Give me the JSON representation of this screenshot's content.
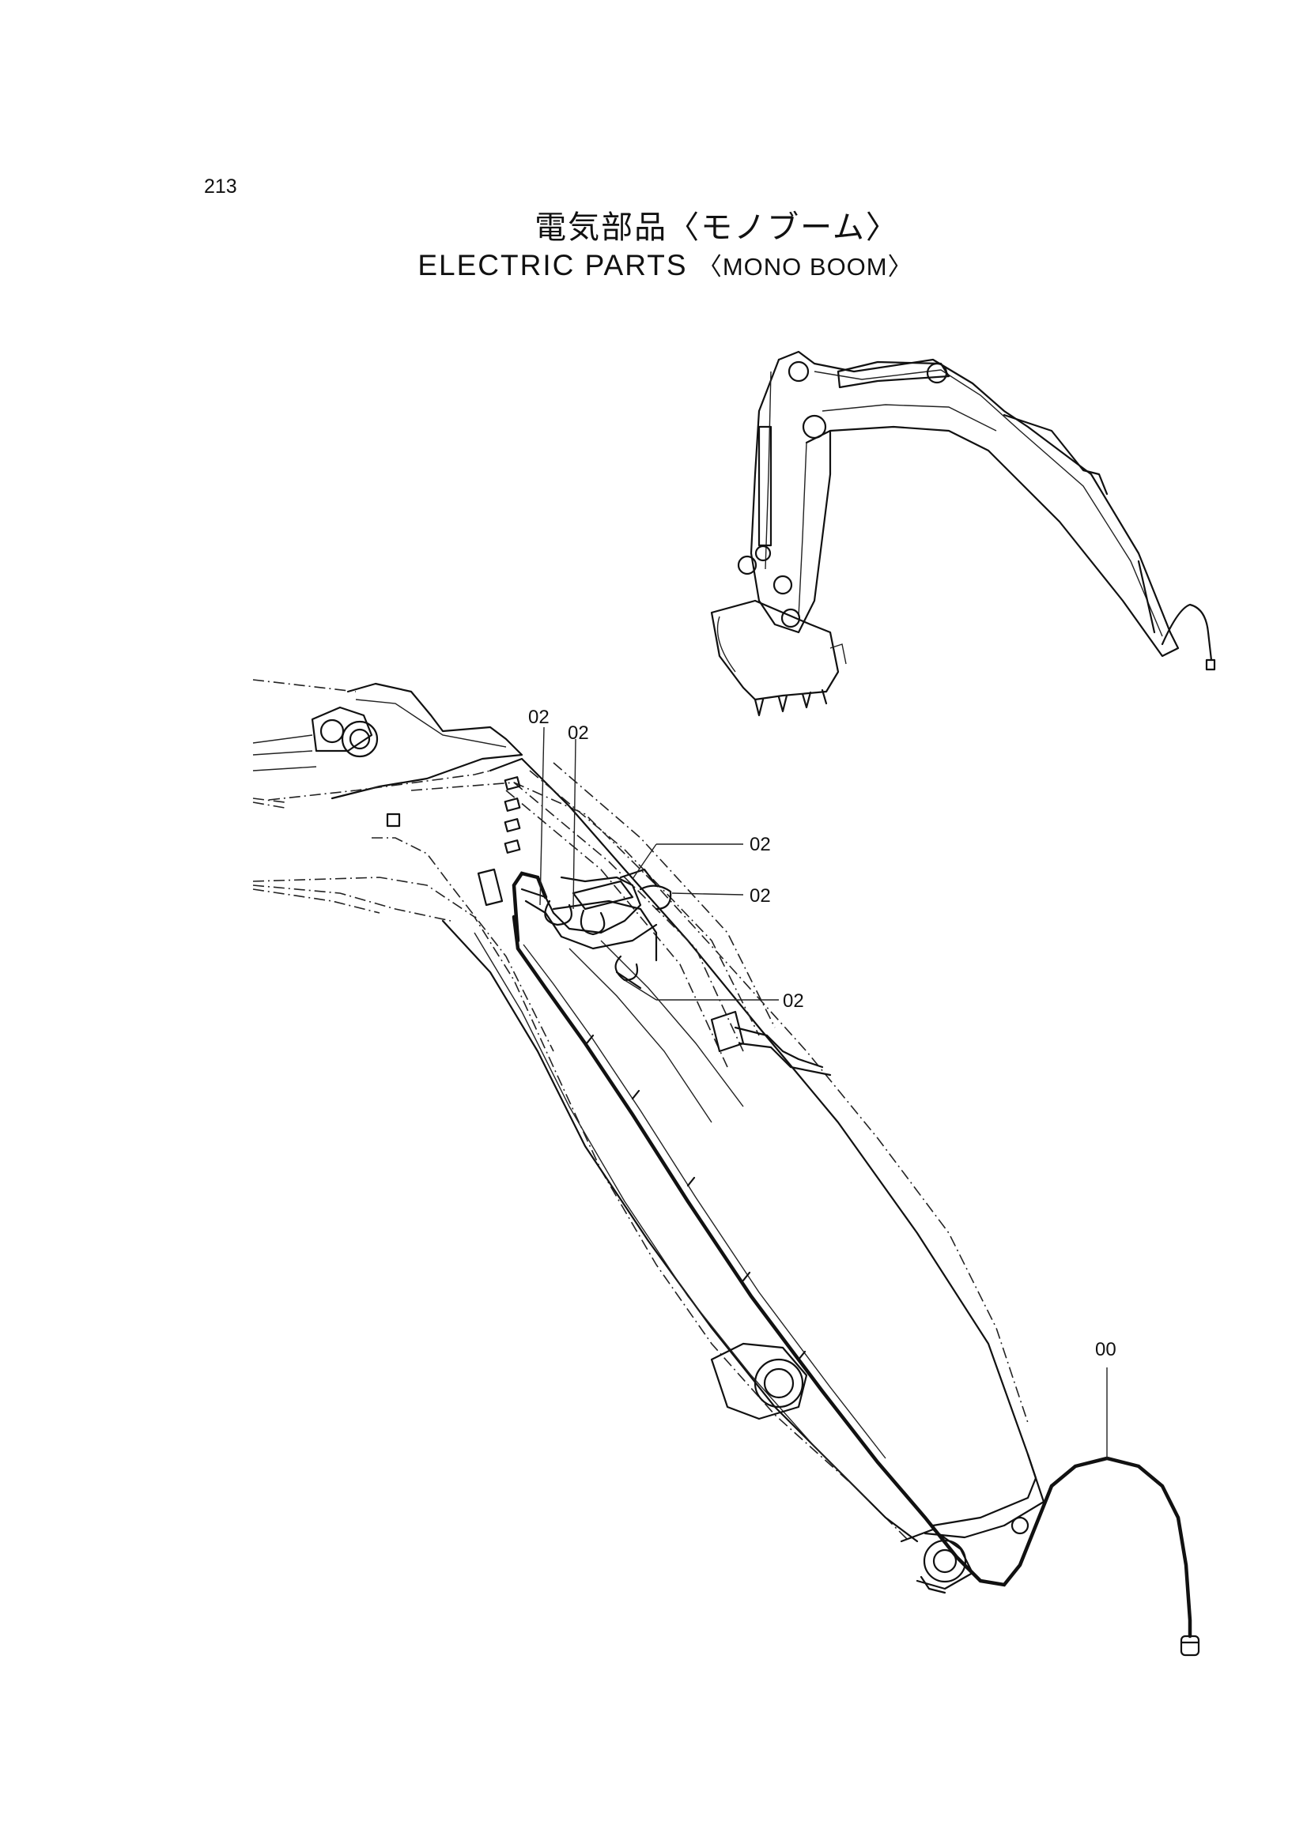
{
  "page_number": "213",
  "title_jp": "電気部品",
  "title_jp_sub": "〈モノブーム〉",
  "title_en": "ELECTRIC  PARTS",
  "title_en_sub": "〈MONO BOOM〉",
  "callouts": {
    "c1": "02",
    "c2": "02",
    "c3": "02",
    "c4": "02",
    "c5": "02",
    "c6": "00"
  }
}
